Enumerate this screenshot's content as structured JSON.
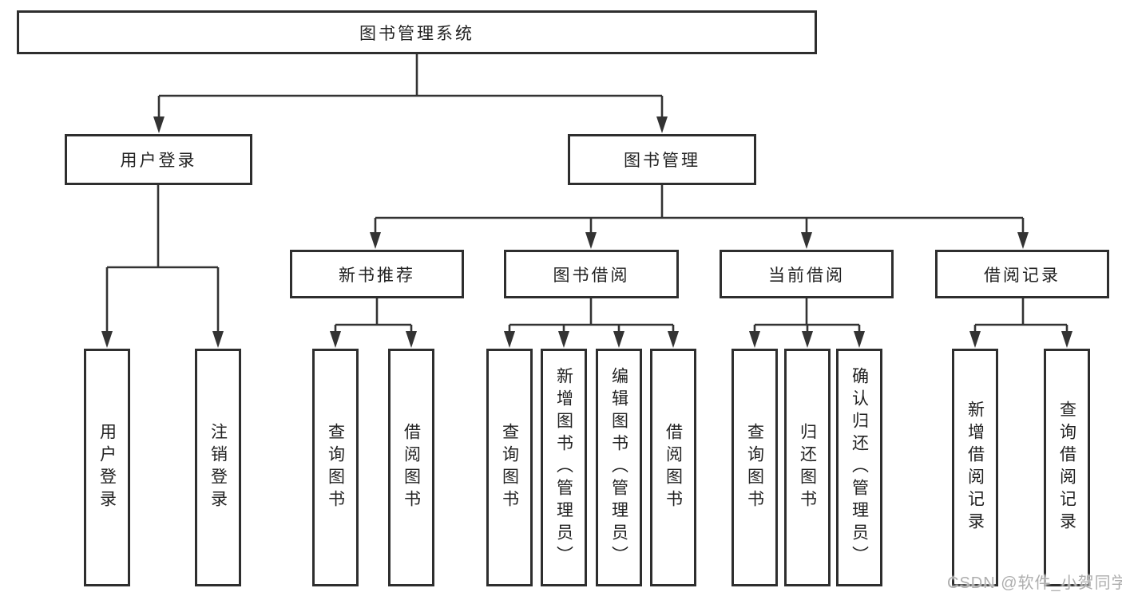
{
  "tree": {
    "root": "图书管理系统",
    "login": {
      "label": "用户登录",
      "leaves": [
        "用户登录",
        "注销登录"
      ]
    },
    "manage": {
      "label": "图书管理",
      "groups": [
        {
          "label": "新书推荐",
          "leaves": [
            "查询图书",
            "借阅图书"
          ]
        },
        {
          "label": "图书借阅",
          "leaves": [
            "查询图书",
            "新增图书（管理员）",
            "编辑图书（管理员）",
            "借阅图书"
          ]
        },
        {
          "label": "当前借阅",
          "leaves": [
            "查询图书",
            "归还图书",
            "确认归还（管理员）"
          ]
        },
        {
          "label": "借阅记录",
          "leaves": [
            "新增借阅记录",
            "查询借阅记录"
          ]
        }
      ]
    }
  },
  "watermark": {
    "text": "CSDN @软件_小贺同学"
  },
  "colors": {
    "line": "#333333",
    "border": "#2e2e2e",
    "text": "#222222",
    "watermark": "#aeaeae",
    "background": "#ffffff"
  }
}
